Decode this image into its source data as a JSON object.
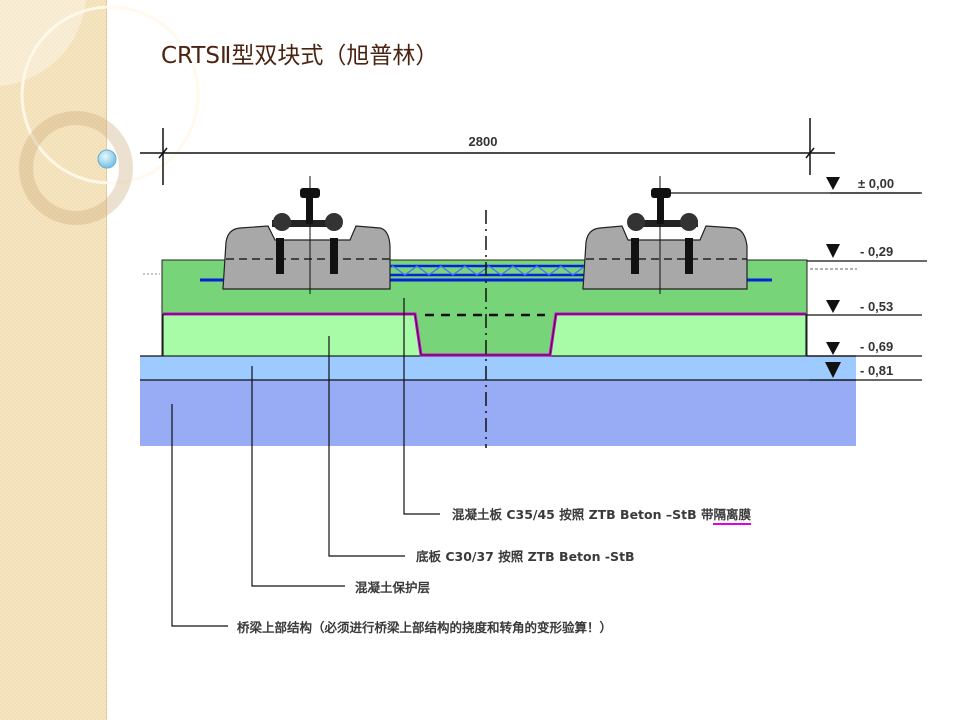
{
  "slide": {
    "title": "CRTSⅡ型双块式（旭普林）"
  },
  "diagram": {
    "dimension_label": "2800",
    "elevations": [
      "± 0,00",
      "- 0,29",
      "- 0,53",
      "- 0,69",
      "- 0,81"
    ],
    "colors": {
      "slab": "#78d478",
      "base": "#a8fca8",
      "protect": "#9ecbff",
      "bridge": "#97acf5",
      "sleeper": "#a8a8a8",
      "rebar": "#0022dd",
      "separation": "#e000e0"
    },
    "notes": {
      "slab_prefix": "混凝土板 C35/45 按照 ZTB Beton –StB 带",
      "slab_underlined": "隔离膜",
      "base": "底板 C30/37 按照 ZTB Beton -StB",
      "protect": "混凝土保护层",
      "bridge": "桥梁上部结构（必须进行桥梁上部结构的挠度和转角的变形验算！）"
    }
  }
}
